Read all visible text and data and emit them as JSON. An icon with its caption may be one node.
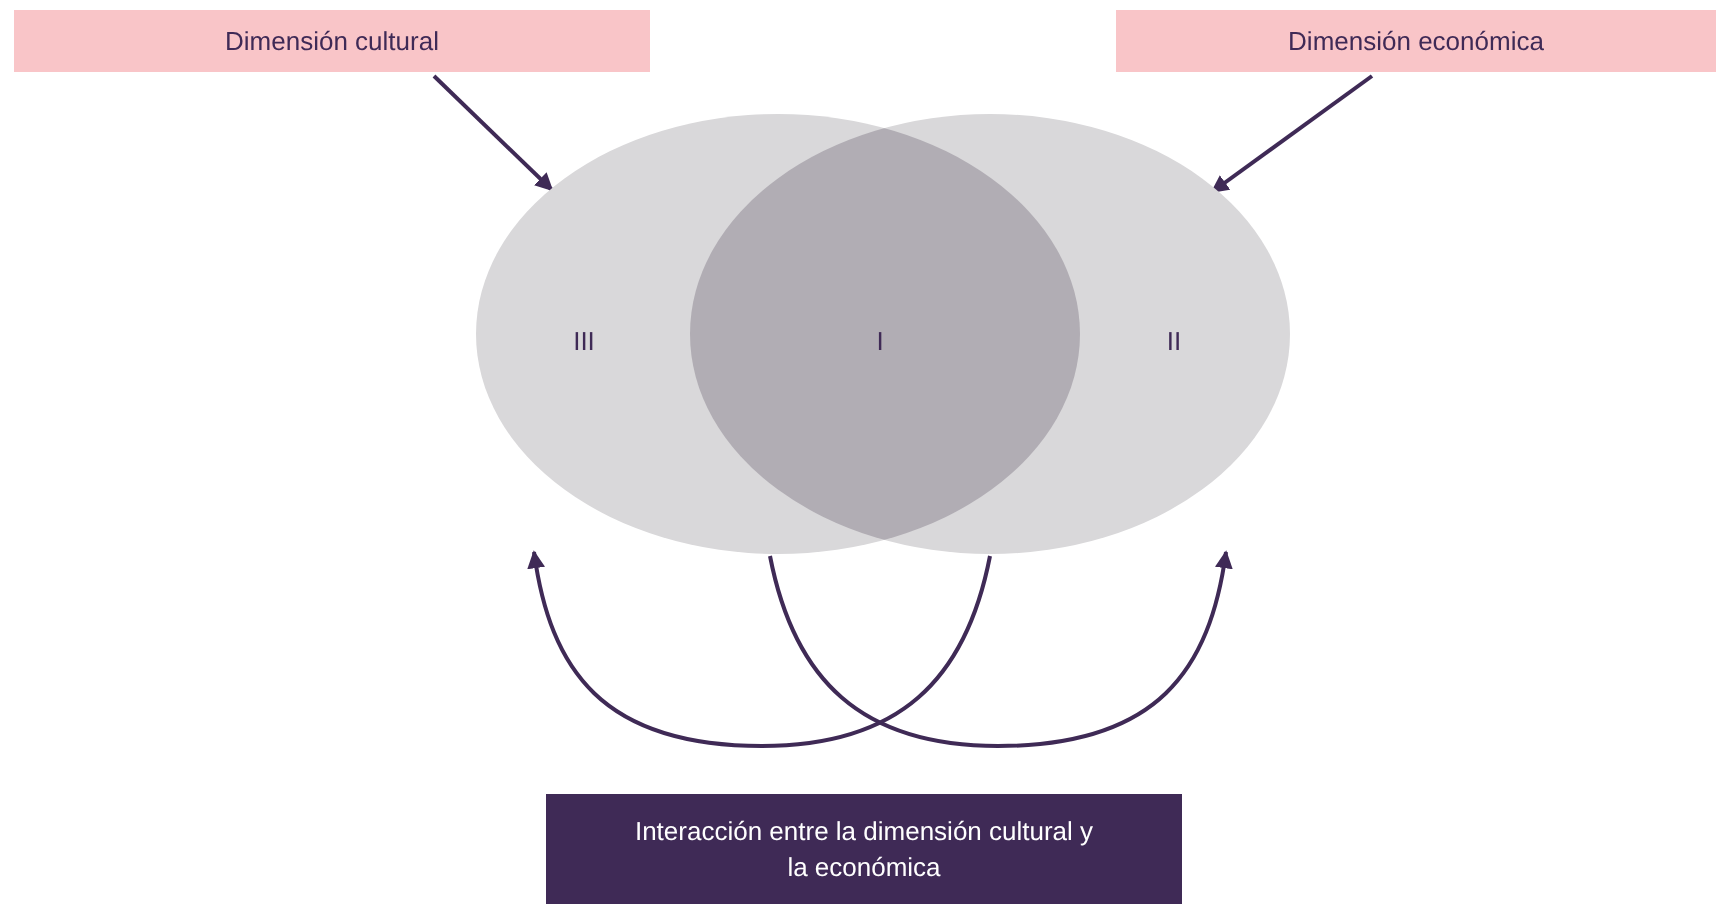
{
  "diagram": {
    "nodes": [
      {
        "text": [
          "Dimensión cultural"
        ]
      },
      {
        "text": [
          "Dimensión económica"
        ]
      },
      {
        "text": [
          "III"
        ]
      },
      {
        "text": [
          "II"
        ]
      },
      {
        "text": [
          "I"
        ]
      },
      {
        "text": [
          "Interacción entre la dimensión cultural y la económica"
        ]
      }
    ],
    "edges": [
      {
        "from": 0,
        "to": 2,
        "arrow": "to"
      },
      {
        "from": 1,
        "to": 3,
        "arrow": "to"
      },
      {
        "from": 2,
        "to": 3,
        "arrow": "to"
      },
      {
        "from": 3,
        "to": 2,
        "arrow": "to"
      }
    ]
  }
}
